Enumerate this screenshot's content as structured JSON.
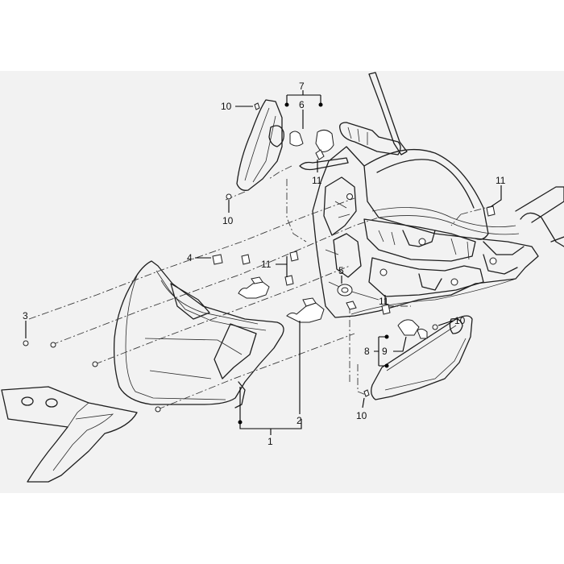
{
  "callouts": {
    "c1": "1",
    "c2": "2",
    "c3": "3",
    "c4": "4",
    "c5": "5",
    "c6": "6",
    "c7": "7",
    "c8": "8",
    "c9": "9",
    "c10_top": "10",
    "c10_left": "10",
    "c10_right": "10",
    "c10_bottom": "10",
    "c11_center": "11",
    "c11_right": "11",
    "c11_mid": "11",
    "c11_lower": "11"
  }
}
